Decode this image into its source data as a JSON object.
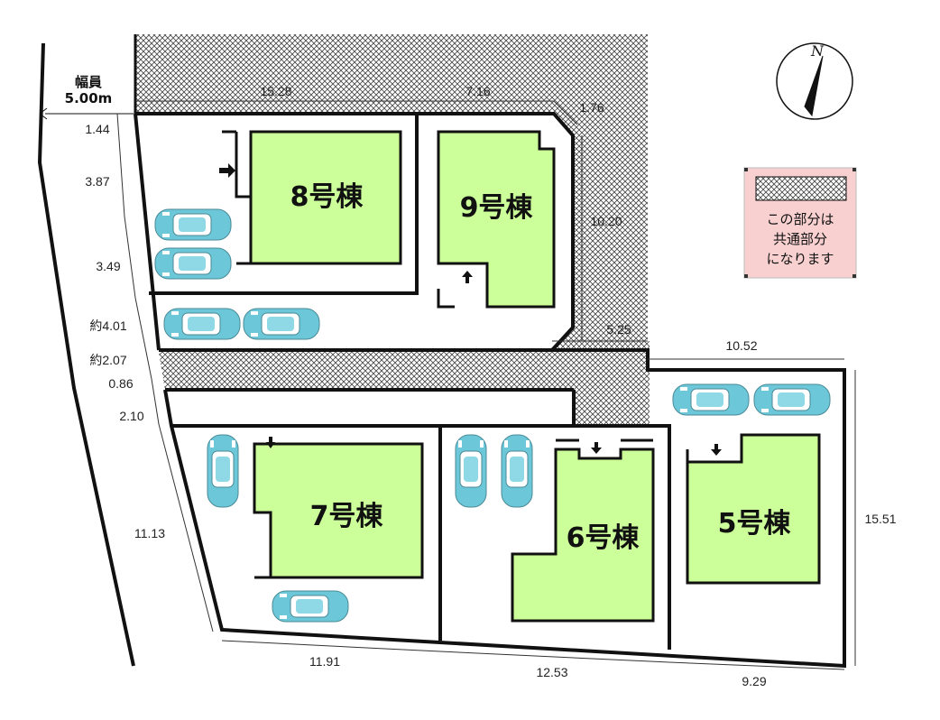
{
  "road": {
    "label": "幅員",
    "width": "5.00m"
  },
  "buildings": [
    {
      "id": "8",
      "label": "8号棟"
    },
    {
      "id": "9",
      "label": "9号棟"
    },
    {
      "id": "7",
      "label": "7号棟"
    },
    {
      "id": "6",
      "label": "6号棟"
    },
    {
      "id": "5",
      "label": "5号棟"
    }
  ],
  "dimensions": {
    "d_1528": "15.28",
    "d_716": "7.16",
    "d_176": "1.76",
    "d_1020": "10.20",
    "d_525": "5.25",
    "d_1052": "10.52",
    "d_1551": "15.51",
    "d_144": "1.44",
    "d_387": "3.87",
    "d_349": "3.49",
    "d_401": "約4.01",
    "d_207": "約2.07",
    "d_086": "0.86",
    "d_210": "2.10",
    "d_1113": "11.13",
    "d_1191": "11.91",
    "d_1253": "12.53",
    "d_929": "9.29"
  },
  "legend": {
    "line1": "この部分は",
    "line2": "共通部分",
    "line3": "になります"
  },
  "compass": {
    "label": "N"
  },
  "colors": {
    "building": "#ccff99",
    "car": "#66c6d6",
    "legend_bg": "#f8d0d0",
    "hatch": "#333333"
  }
}
